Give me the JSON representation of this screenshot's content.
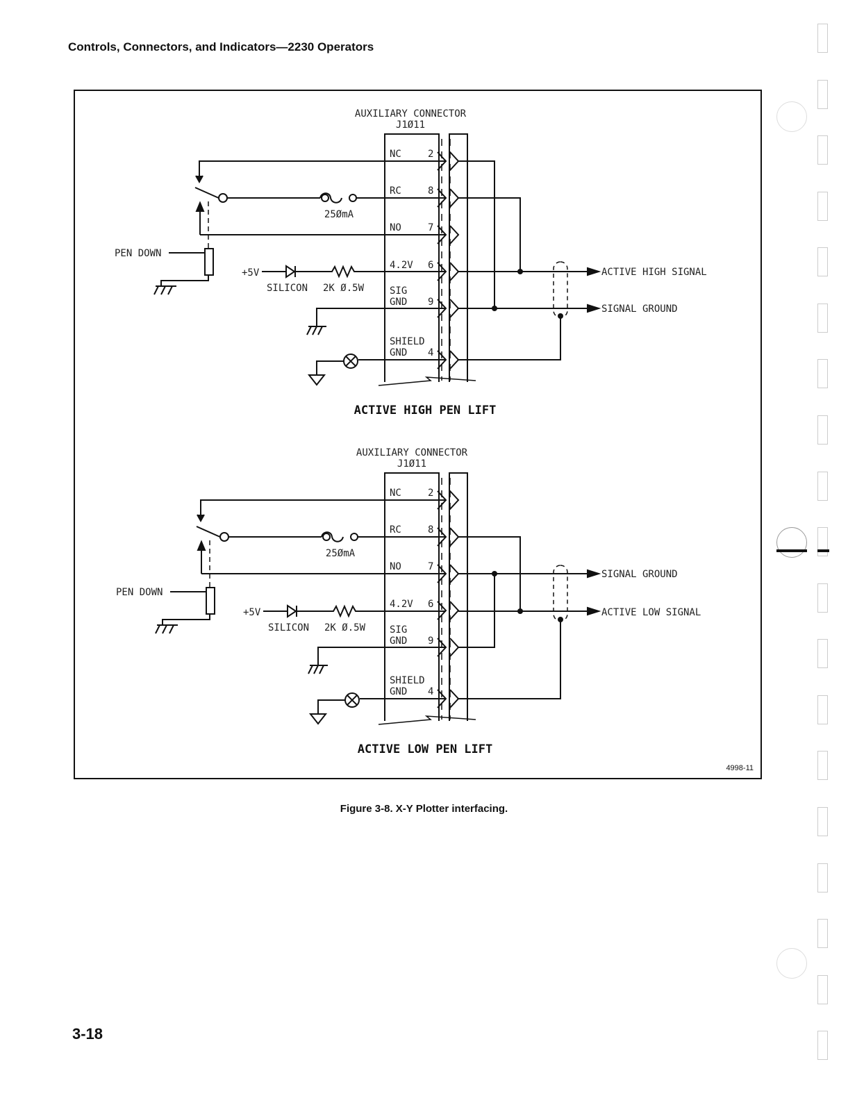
{
  "page": {
    "header": "Controls, Connectors, and Indicators—2230 Operators",
    "page_number": "3-18",
    "figure_code": "4998-11",
    "caption": "Figure 3-8.  X-Y Plotter interfacing."
  },
  "diagrams": [
    {
      "title": "ACTIVE HIGH PEN LIFT",
      "connector_label": "AUXILIARY CONNECTOR",
      "connector_ref": "J1Ø11",
      "pins": [
        {
          "name": "NC",
          "number": "2"
        },
        {
          "name": "RC",
          "number": "8"
        },
        {
          "name": "NO",
          "number": "7"
        },
        {
          "name": "4.2V",
          "number": "6"
        },
        {
          "name": "SIG",
          "name2": "GND",
          "number": "9"
        },
        {
          "name": "SHIELD",
          "name2": "GND",
          "number": "4"
        }
      ],
      "fuse_label": "25ØmA",
      "pen_down_label": "PEN DOWN",
      "supply_label": "+5V",
      "diode_label": "SILICON",
      "resistor_label": "2K Ø.5W",
      "output_top": "ACTIVE HIGH SIGNAL",
      "output_bottom": "SIGNAL GROUND"
    },
    {
      "title": "ACTIVE LOW PEN LIFT",
      "connector_label": "AUXILIARY CONNECTOR",
      "connector_ref": "J1Ø11",
      "pins": [
        {
          "name": "NC",
          "number": "2"
        },
        {
          "name": "RC",
          "number": "8"
        },
        {
          "name": "NO",
          "number": "7"
        },
        {
          "name": "4.2V",
          "number": "6"
        },
        {
          "name": "SIG",
          "name2": "GND",
          "number": "9"
        },
        {
          "name": "SHIELD",
          "name2": "GND",
          "number": "4"
        }
      ],
      "fuse_label": "25ØmA",
      "pen_down_label": "PEN DOWN",
      "supply_label": "+5V",
      "diode_label": "SILICON",
      "resistor_label": "2K Ø.5W",
      "output_top": "SIGNAL GROUND",
      "output_bottom": "ACTIVE LOW SIGNAL"
    }
  ]
}
